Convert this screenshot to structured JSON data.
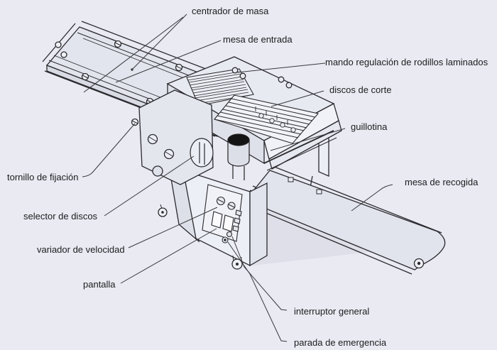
{
  "diagram": {
    "background_color": "#e9eaf2",
    "line_color": "#2a2a2e",
    "labels": [
      {
        "id": "centrador-de-masa",
        "text": "centrador de masa"
      },
      {
        "id": "mesa-de-entrada",
        "text": "mesa de entrada"
      },
      {
        "id": "mando-regulacion",
        "text": "mando regulación de rodillos laminados"
      },
      {
        "id": "discos-de-corte",
        "text": "discos de corte"
      },
      {
        "id": "guillotina",
        "text": "guillotina"
      },
      {
        "id": "mesa-de-recogida",
        "text": "mesa de recogida"
      },
      {
        "id": "tornillo-de-fijacion",
        "text": "tornillo de fijación"
      },
      {
        "id": "selector-de-discos",
        "text": "selector de discos"
      },
      {
        "id": "variador-de-velocidad",
        "text": "variador de velocidad"
      },
      {
        "id": "pantalla",
        "text": "pantalla"
      },
      {
        "id": "interruptor-general",
        "text": "interruptor general"
      },
      {
        "id": "parada-de-emergencia",
        "text": "parada de emergencia"
      }
    ]
  }
}
